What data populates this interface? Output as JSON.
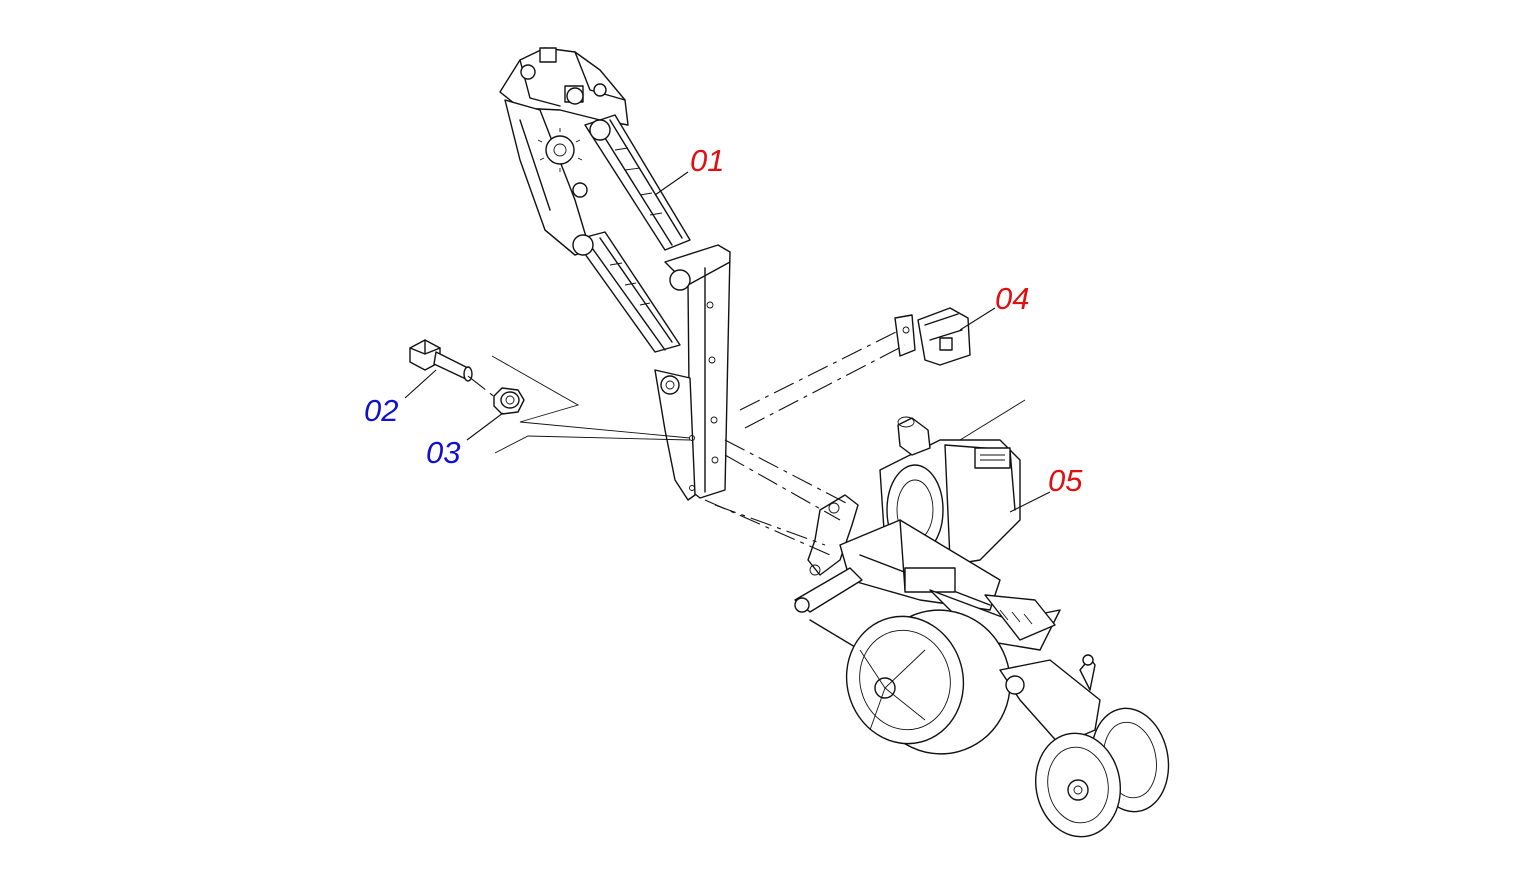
{
  "diagram": {
    "callouts": [
      {
        "id": "01",
        "label": "01",
        "color": "#e01010"
      },
      {
        "id": "02",
        "label": "02",
        "color": "#1010d0"
      },
      {
        "id": "03",
        "label": "03",
        "color": "#1010d0"
      },
      {
        "id": "04",
        "label": "04",
        "color": "#e01010"
      },
      {
        "id": "05",
        "label": "05",
        "color": "#e01010"
      }
    ]
  }
}
